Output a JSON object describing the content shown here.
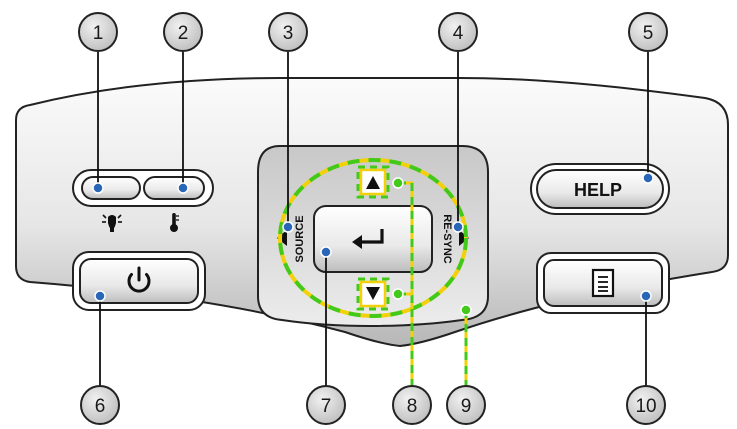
{
  "callouts": [
    "1",
    "2",
    "3",
    "4",
    "5",
    "6",
    "7",
    "8",
    "9",
    "10"
  ],
  "buttons": {
    "help_label": "HELP",
    "source_label": "SOURCE",
    "resync_label": "RE-SYNC"
  },
  "icons": {
    "lamp": "lamp-icon",
    "temp": "thermometer-icon",
    "power": "power-icon",
    "enter": "enter-icon",
    "menu": "menu-icon"
  },
  "colors": {
    "panel_top": "#fafafa",
    "panel_bottom": "#b9b9b9",
    "callout_fill": "#d4d4d4",
    "leader_dot": "#2a66b8",
    "ring_yellow": "#f2d10a",
    "ring_green": "#42c91a"
  }
}
